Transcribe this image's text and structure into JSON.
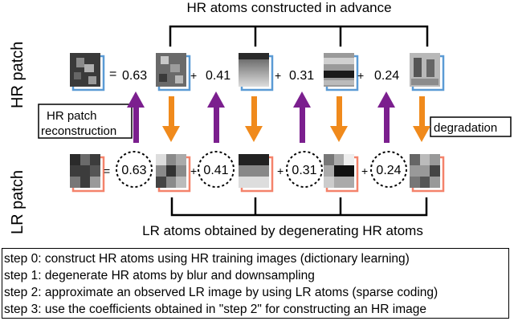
{
  "labels": {
    "top_title": "HR atoms constructed in advance",
    "bottom_title": "LR atoms obtained by degenerating HR atoms",
    "hr_patch": "HR patch",
    "lr_patch": "LR patch",
    "hr_recon_1": "HR patch",
    "hr_recon_2": "reconstruction",
    "degradation": "degradation"
  },
  "operators": {
    "equals": "=",
    "plus": "+"
  },
  "coefficients": [
    "0.63",
    "0.41",
    "0.31",
    "0.24"
  ],
  "steps": [
    "step 0: construct HR atoms using HR training images (dictionary learning)",
    "step 1: degenerate HR atoms by blur and downsampling",
    "step 2: approximate an observed LR image by using LR atoms (sparse coding)",
    "step 3: use the coefficients obtained in \"step 2\" for constructing an HR image"
  ],
  "colors": {
    "hr_frame": "#5b9bd5",
    "lr_frame": "#f4836b",
    "up_arrow": "#7b1f8e",
    "down_arrow": "#f08a1c"
  },
  "icons": {
    "hr_patch_images": [
      "hr-patch-input",
      "hr-atom-1",
      "hr-atom-2",
      "hr-atom-3",
      "hr-atom-4"
    ],
    "lr_patch_images": [
      "lr-patch-input",
      "lr-atom-1",
      "lr-atom-2",
      "lr-atom-3",
      "lr-atom-4"
    ]
  }
}
